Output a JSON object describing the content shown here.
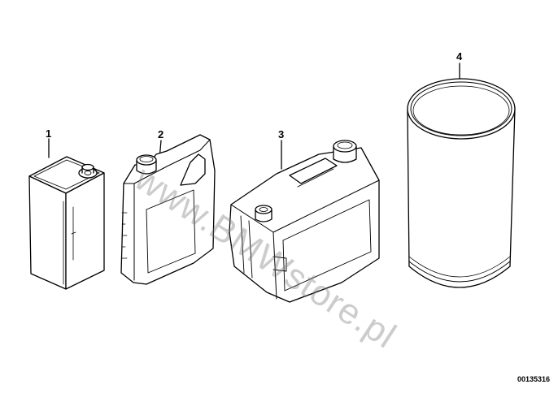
{
  "diagram": {
    "callouts": [
      "1",
      "2",
      "3",
      "4"
    ],
    "diagram_id": "00135316",
    "watermark": "www.BMWstore.pl"
  },
  "colors": {
    "line": "#000000",
    "fill": "#ffffff",
    "watermark": "#7a7a7a"
  }
}
